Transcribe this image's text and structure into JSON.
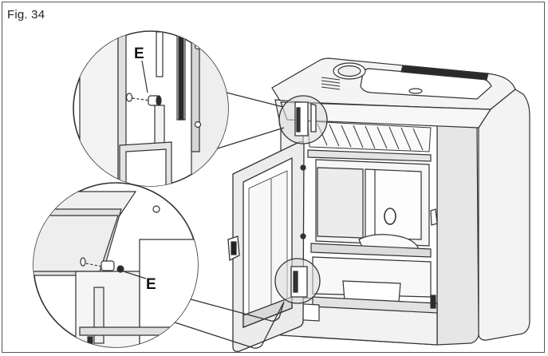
{
  "figure": {
    "label": "Fig. 34"
  },
  "callouts": {
    "upper": "E",
    "lower": "E"
  },
  "colors": {
    "line": "#333333",
    "shade": "#d6d6d6",
    "light_shade": "#ececec",
    "background": "#ffffff"
  }
}
